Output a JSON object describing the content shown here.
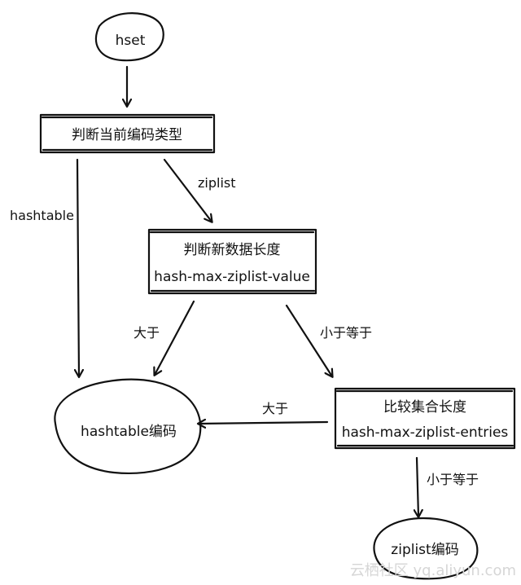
{
  "nodes": {
    "start": "hset",
    "check_encoding": "判断当前编码类型",
    "check_value_line1": "判断新数据长度",
    "check_value_line2": "hash-max-ziplist-value",
    "hashtable": "hashtable编码",
    "compare_line1": "比较集合长度",
    "compare_line2": "hash-max-ziplist-entries",
    "ziplist": "ziplist编码"
  },
  "edges": {
    "hashtable_label": "hashtable",
    "ziplist_label": "ziplist",
    "value_greater": "大于",
    "value_less_equal": "小于等于",
    "entries_greater": "大于",
    "entries_less_equal": "小于等于"
  },
  "watermark": "云栖社区 yq.aliyun.com"
}
